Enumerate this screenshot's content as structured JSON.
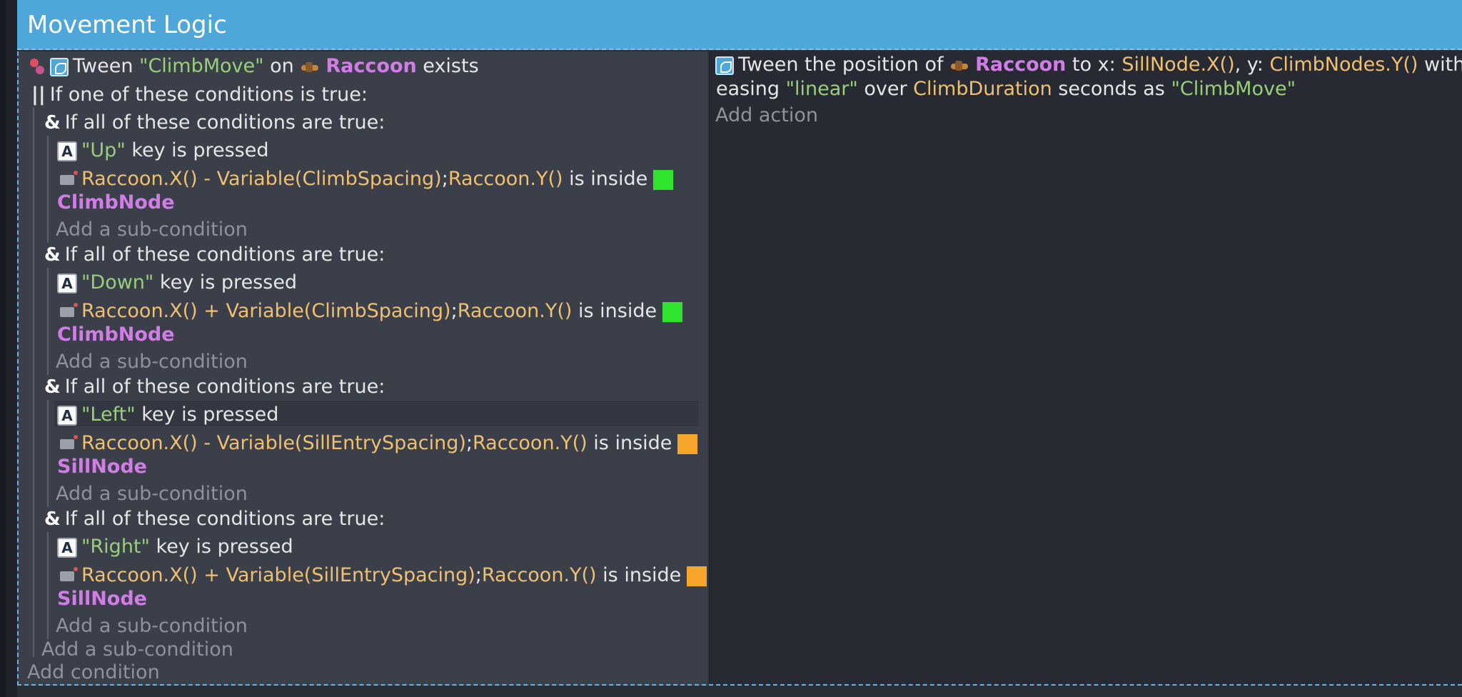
{
  "header": {
    "title": "Movement Logic"
  },
  "colors": {
    "header": "#4ea6d9",
    "condition_bg": "#3b3f4a",
    "action_bg": "#272a33",
    "string": "#98d07a",
    "expression": "#f0c071",
    "object": "#d07de6",
    "climb_node": "#2fe32f",
    "sill_node": "#f6a62a"
  },
  "event": {
    "cond_main": {
      "p1": "Tween ",
      "tween": "\"ClimbMove\"",
      "p2": " on ",
      "obj": "Raccoon",
      "p3": " exists"
    },
    "or_label": "If one of these conditions is true:",
    "groups": [
      {
        "label": "If all of these conditions are true:",
        "key": "\"Up\"",
        "key_suffix": " key is pressed",
        "expr1": "Raccoon.X() - Variable(ClimbSpacing)",
        "sep": ";",
        "expr2": "Raccoon.Y()",
        "inside": " is inside",
        "node": "ClimbNode",
        "add_sub": "Add a sub-condition"
      },
      {
        "label": "If all of these conditions are true:",
        "key": "\"Down\"",
        "key_suffix": " key is pressed",
        "expr1": "Raccoon.X() + Variable(ClimbSpacing)",
        "sep": ";",
        "expr2": "Raccoon.Y()",
        "inside": " is inside",
        "node": "ClimbNode",
        "add_sub": "Add a sub-condition"
      },
      {
        "label": "If all of these conditions are true:",
        "key": "\"Left\"",
        "key_suffix": " key is pressed",
        "expr1": "Raccoon.X() - Variable(SillEntrySpacing)",
        "sep": ";",
        "expr2": "Raccoon.Y()",
        "inside": " is inside",
        "node": "SillNode",
        "add_sub": "Add a sub-condition"
      },
      {
        "label": "If all of these conditions are true:",
        "key": "\"Right\"",
        "key_suffix": " key is pressed",
        "expr1": "Raccoon.X() + Variable(SillEntrySpacing)",
        "sep": ";",
        "expr2": "Raccoon.Y()",
        "inside": " is inside",
        "node": "SillNode",
        "add_sub": "Add a sub-condition"
      }
    ],
    "add_sub_outer": "Add a sub-condition",
    "add_condition": "Add condition",
    "action": {
      "p1": "Tween the position of ",
      "obj": "Raccoon",
      "p2": " to x: ",
      "x": "SillNode.X()",
      "p3": ", y: ",
      "y": "ClimbNodes.Y()",
      "p4": " with",
      "p5": "easing ",
      "easing": "\"linear\"",
      "p6": " over ",
      "duration": "ClimbDuration",
      "p7": " seconds as ",
      "name": "\"ClimbMove\""
    },
    "add_action": "Add action"
  }
}
